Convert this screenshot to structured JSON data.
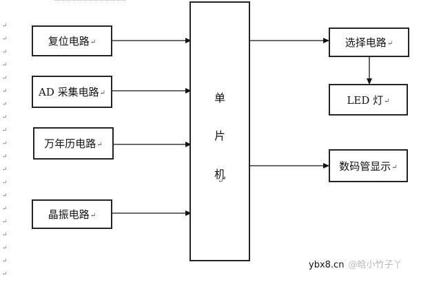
{
  "diagram": {
    "left_blocks": [
      {
        "id": "reset",
        "label": "复位电路"
      },
      {
        "id": "adc",
        "label": "AD 采集电路"
      },
      {
        "id": "calendar",
        "label": "万年历电路"
      },
      {
        "id": "crystal",
        "label": "晶振电路"
      }
    ],
    "mcu": {
      "chars": [
        "单",
        "片",
        "机"
      ]
    },
    "right_blocks": [
      {
        "id": "select",
        "label": "选择电路"
      },
      {
        "id": "led",
        "label": "LED 灯"
      },
      {
        "id": "display",
        "label": "数码管显示"
      }
    ],
    "edges": [
      {
        "from": "reset",
        "to": "mcu"
      },
      {
        "from": "adc",
        "to": "mcu"
      },
      {
        "from": "calendar",
        "to": "mcu"
      },
      {
        "from": "crystal",
        "to": "mcu"
      },
      {
        "from": "mcu",
        "to": "select"
      },
      {
        "from": "select",
        "to": "led"
      },
      {
        "from": "mcu",
        "to": "display"
      }
    ],
    "paragraph_mark": "↵"
  },
  "watermark": {
    "site": "ybx8.cn",
    "author": "@晗小竹子丫"
  }
}
